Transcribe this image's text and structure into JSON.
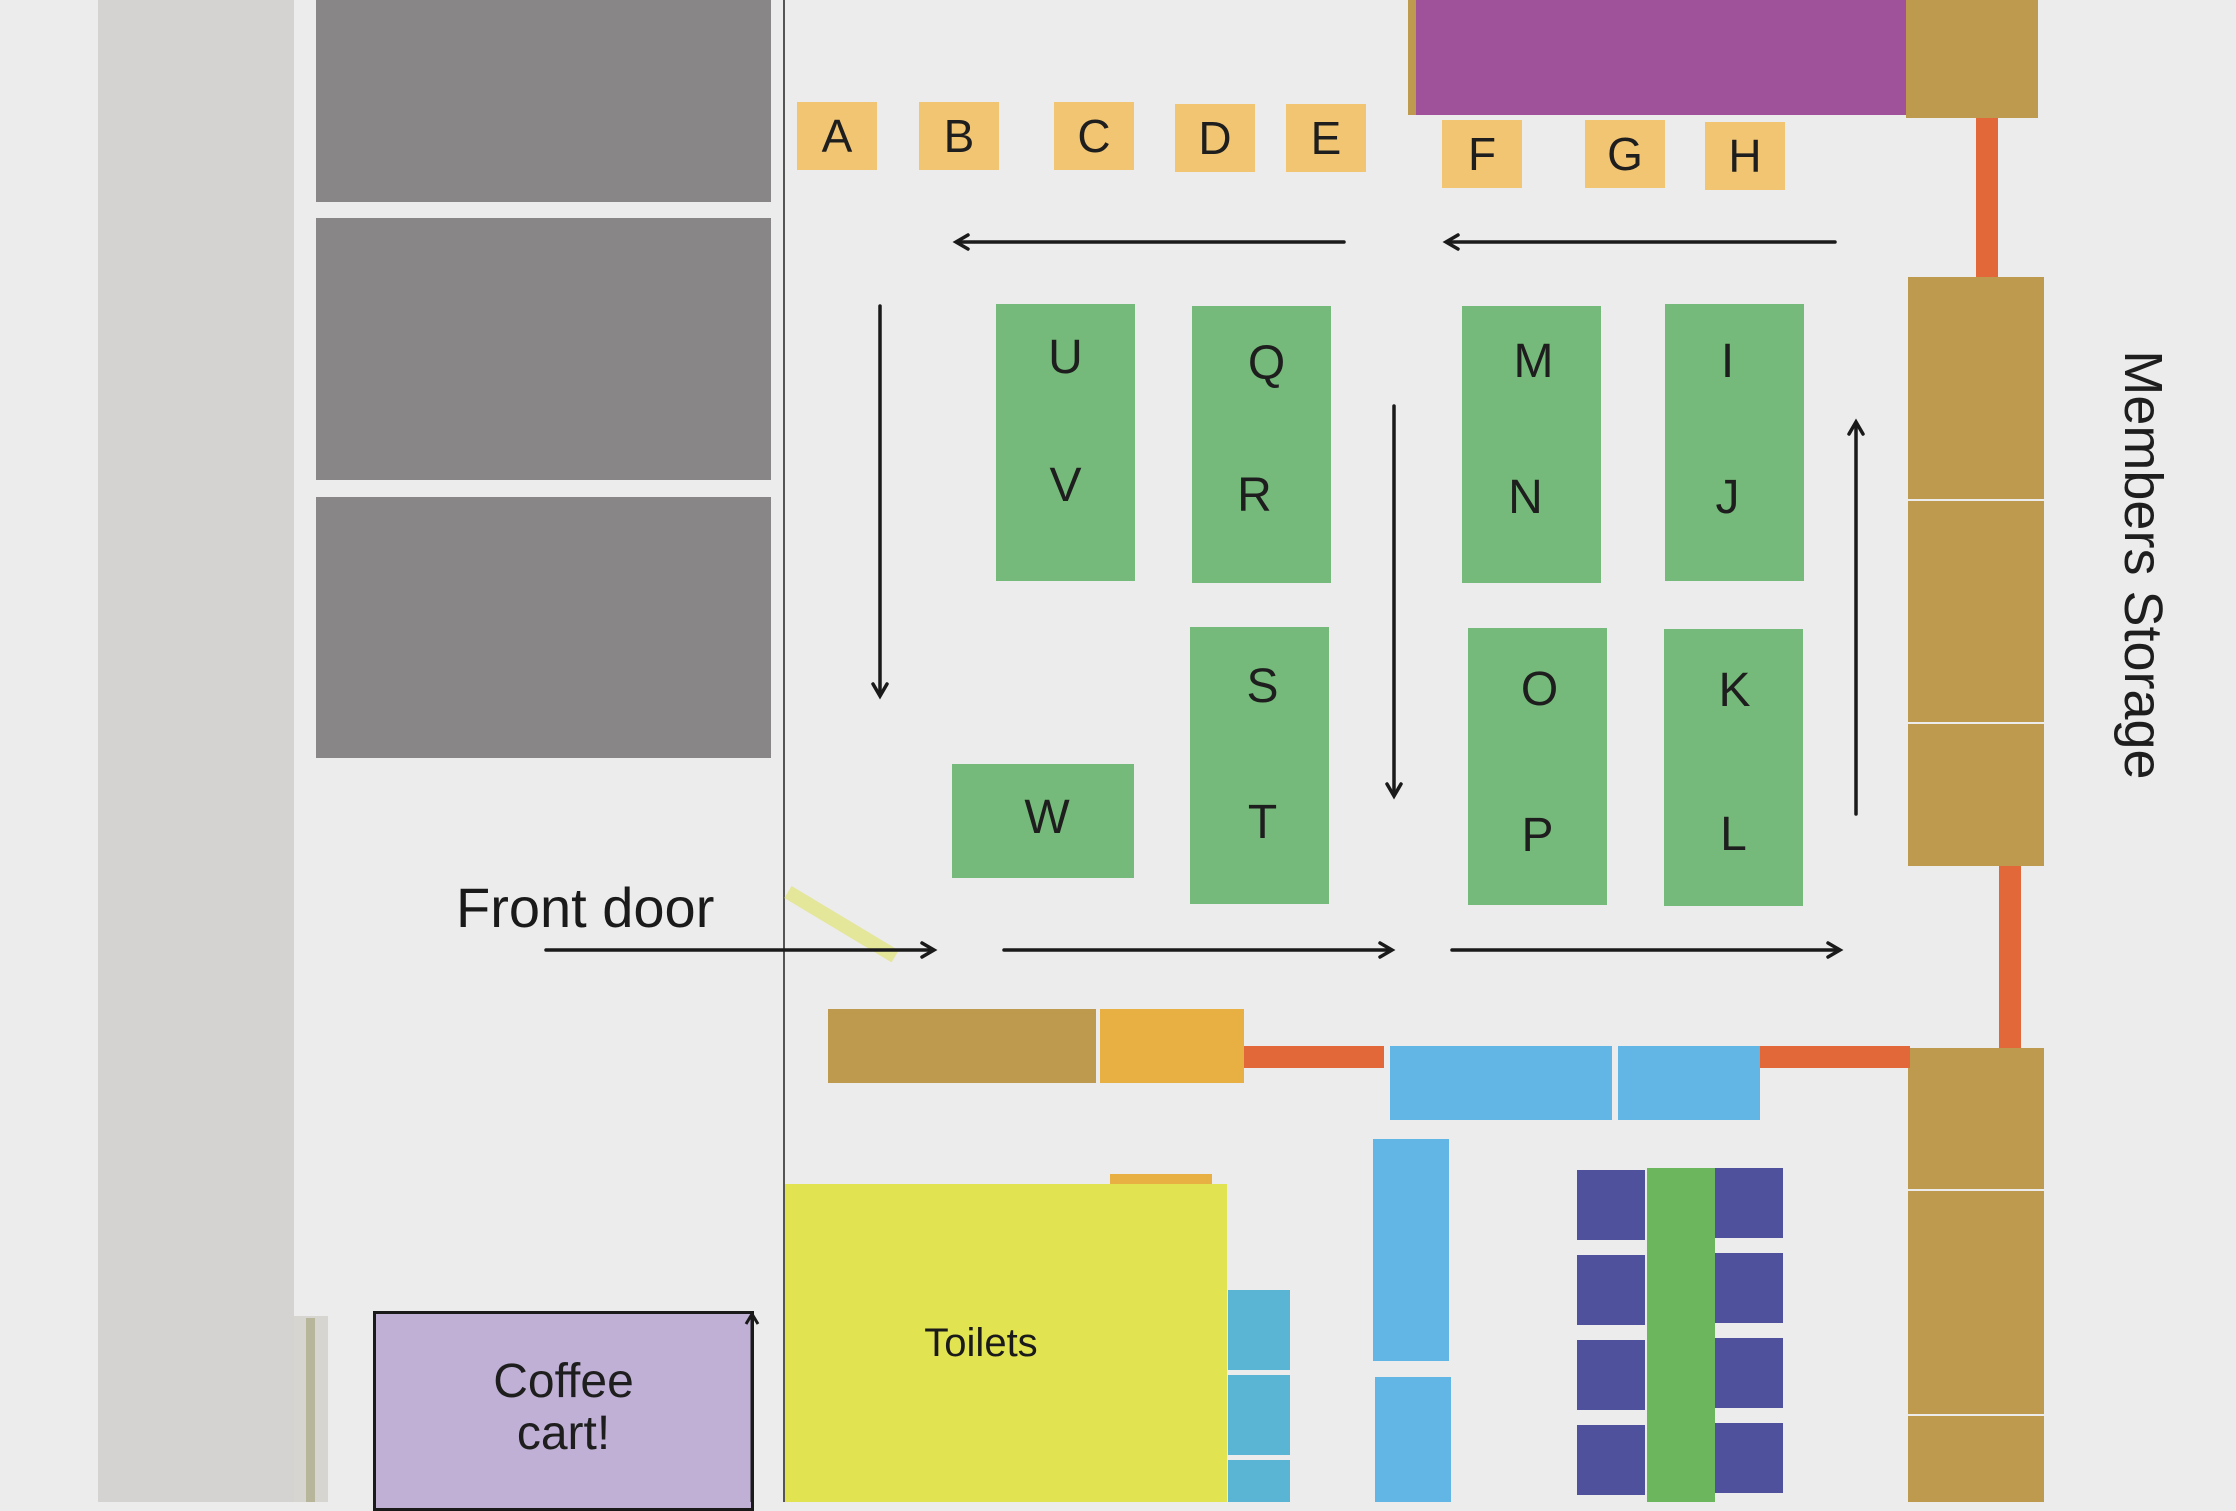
{
  "map": {
    "labels": {
      "front_door": "Front door",
      "members_storage": "Members Storage",
      "toilets": "Toilets",
      "coffee_cart_line1": "Coffee",
      "coffee_cart_line2": "cart!"
    },
    "top_tables": [
      "A",
      "B",
      "C",
      "D",
      "E",
      "F",
      "G",
      "H"
    ],
    "green_tables": {
      "uv": [
        "U",
        "V"
      ],
      "qr": [
        "Q",
        "R"
      ],
      "mn": [
        "M",
        "N"
      ],
      "ij": [
        "I",
        "J"
      ],
      "st": [
        "S",
        "T"
      ],
      "op": [
        "O",
        "P"
      ],
      "kl": [
        "K",
        "L"
      ],
      "w": "W"
    },
    "colors": {
      "background": "#ececec",
      "wall": "#d4d3d1",
      "stage": "#888686",
      "orange_table": "#f2c572",
      "green_table": "#75ba7a",
      "storage": "#bd9a4e",
      "divider": "#e2683a",
      "purple_bar": "#9f5299",
      "blue_table": "#62b6e6",
      "toilets": "#e1e351",
      "coffee_cart": "#c0b0d6",
      "chairs": "#50519c"
    }
  }
}
